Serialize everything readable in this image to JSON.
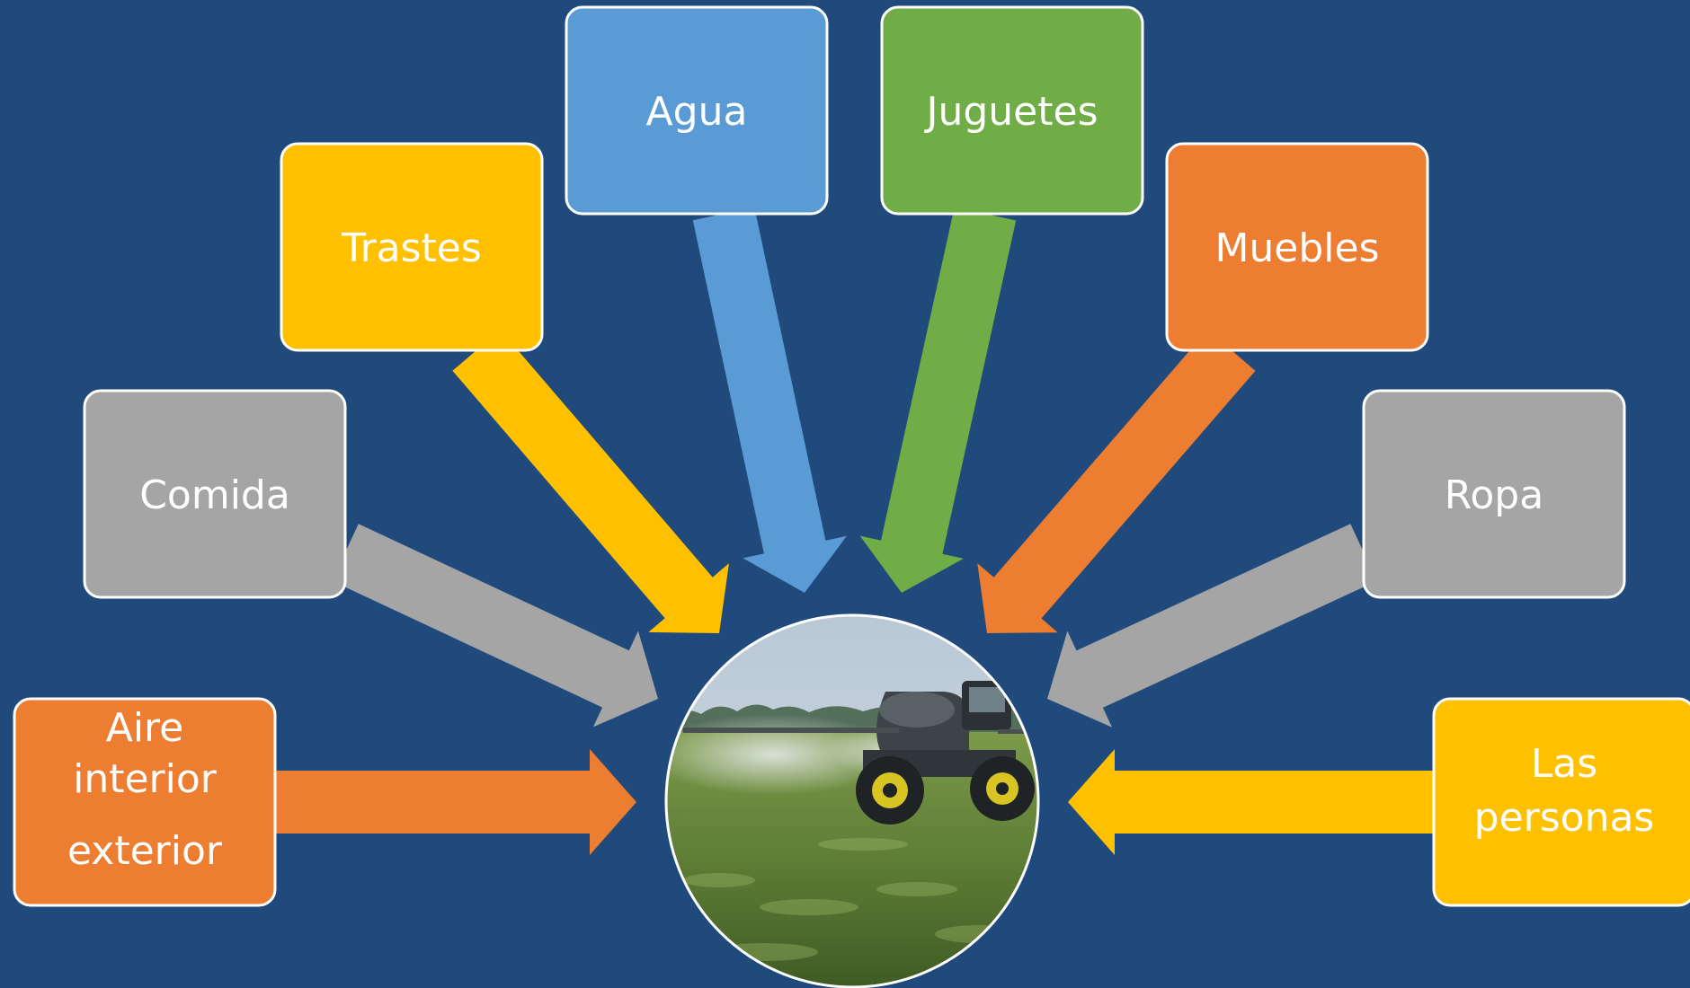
{
  "diagram": {
    "background_color": "#214a7c",
    "border_color": "#ffffff",
    "text_color": "#ffffff",
    "center": {
      "description_icon": "field-sprayer-photo"
    },
    "nodes": [
      {
        "id": "aire",
        "lines": [
          "Aire",
          "interior",
          "exterior"
        ],
        "color": "#ed7d31"
      },
      {
        "id": "comida",
        "lines": [
          "Comida"
        ],
        "color": "#a5a5a5"
      },
      {
        "id": "trastes",
        "lines": [
          "Trastes"
        ],
        "color": "#ffc000"
      },
      {
        "id": "agua",
        "lines": [
          "Agua"
        ],
        "color": "#5b9bd5"
      },
      {
        "id": "juguetes",
        "lines": [
          "Juguetes"
        ],
        "color": "#70ad47"
      },
      {
        "id": "muebles",
        "lines": [
          "Muebles"
        ],
        "color": "#ed7d31"
      },
      {
        "id": "ropa",
        "lines": [
          "Ropa"
        ],
        "color": "#a5a5a5"
      },
      {
        "id": "personas",
        "lines": [
          "Las",
          "personas"
        ],
        "color": "#ffc000"
      }
    ]
  }
}
